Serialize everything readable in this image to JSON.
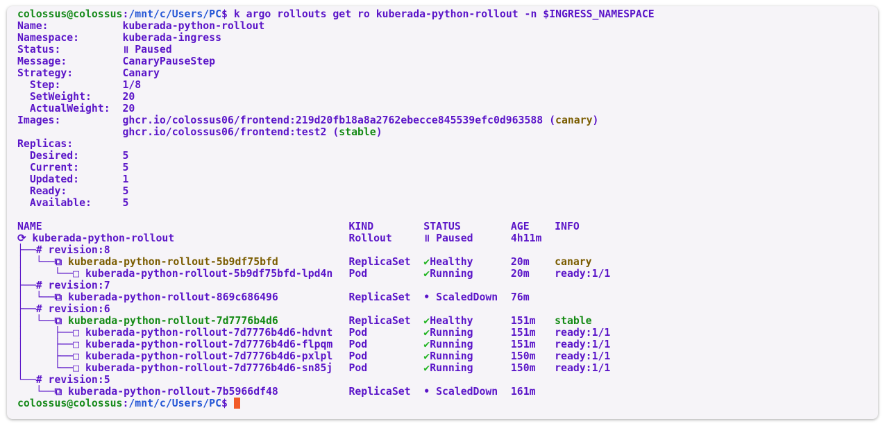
{
  "prompt": {
    "user_host": "colossus@colossus",
    "sep": ":",
    "path": "/mnt/c/Users/PC",
    "symbol": "$",
    "command": "k argo rollouts get ro kuberada-python-rollout -n $INGRESS_NAMESPACE"
  },
  "summary": {
    "name_label": "Name:",
    "name": "kuberada-python-rollout",
    "namespace_label": "Namespace:",
    "namespace": "kuberada-ingress",
    "status_label": "Status:",
    "status": "॥ Paused",
    "message_label": "Message:",
    "message": "CanaryPauseStep",
    "strategy_label": "Strategy:",
    "strategy": "Canary",
    "step_label": "  Step:",
    "step": "1/8",
    "setweight_label": "  SetWeight:",
    "setweight": "20",
    "actualweight_label": "  ActualWeight:",
    "actualweight": "20",
    "images_label": "Images:",
    "images": [
      {
        "image": "ghcr.io/colossus06/frontend:219d20fb18a8a2762ebecce845539efc0d963588",
        "tag": "canary"
      },
      {
        "image": "ghcr.io/colossus06/frontend:test2",
        "tag": "stable"
      }
    ],
    "replicas_label": "Replicas:",
    "desired_label": "  Desired:",
    "desired": "5",
    "current_label": "  Current:",
    "current": "5",
    "updated_label": "  Updated:",
    "updated": "1",
    "ready_label": "  Ready:",
    "ready": "5",
    "available_label": "  Available:",
    "available": "5"
  },
  "table": {
    "headers": {
      "name": "NAME",
      "kind": "KIND",
      "status": "STATUS",
      "age": "AGE",
      "info": "INFO"
    },
    "rows": [
      {
        "prefix": "⟳ ",
        "name": "kuberada-python-rollout",
        "kind": "Rollout",
        "icon": "॥",
        "status": " Paused",
        "age": "4h11m",
        "info": ""
      },
      {
        "prefix": "├──# ",
        "name": "revision:8",
        "kind": "",
        "icon": "",
        "status": "",
        "age": "",
        "info": ""
      },
      {
        "prefix": "│  └──⧉ ",
        "name": "kuberada-python-rollout-5b9df75bfd",
        "kind": "ReplicaSet",
        "icon": "✔",
        "status": "Healthy",
        "age": "20m",
        "info": "canary"
      },
      {
        "prefix": "│     └──□ ",
        "name": "kuberada-python-rollout-5b9df75bfd-lpd4n",
        "kind": "Pod",
        "icon": "✔",
        "status": "Running",
        "age": "20m",
        "info": "ready:1/1"
      },
      {
        "prefix": "├──# ",
        "name": "revision:7",
        "kind": "",
        "icon": "",
        "status": "",
        "age": "",
        "info": ""
      },
      {
        "prefix": "│  └──⧉ ",
        "name": "kuberada-python-rollout-869c686496",
        "kind": "ReplicaSet",
        "icon": "•",
        "status": " ScaledDown",
        "age": "76m",
        "info": ""
      },
      {
        "prefix": "├──# ",
        "name": "revision:6",
        "kind": "",
        "icon": "",
        "status": "",
        "age": "",
        "info": ""
      },
      {
        "prefix": "│  └──⧉ ",
        "name": "kuberada-python-rollout-7d7776b4d6",
        "kind": "ReplicaSet",
        "icon": "✔",
        "status": "Healthy",
        "age": "151m",
        "info": "stable"
      },
      {
        "prefix": "│     ├──□ ",
        "name": "kuberada-python-rollout-7d7776b4d6-hdvnt",
        "kind": "Pod",
        "icon": "✔",
        "status": "Running",
        "age": "151m",
        "info": "ready:1/1"
      },
      {
        "prefix": "│     ├──□ ",
        "name": "kuberada-python-rollout-7d7776b4d6-flpqm",
        "kind": "Pod",
        "icon": "✔",
        "status": "Running",
        "age": "151m",
        "info": "ready:1/1"
      },
      {
        "prefix": "│     ├──□ ",
        "name": "kuberada-python-rollout-7d7776b4d6-pxlpl",
        "kind": "Pod",
        "icon": "✔",
        "status": "Running",
        "age": "150m",
        "info": "ready:1/1"
      },
      {
        "prefix": "│     └──□ ",
        "name": "kuberada-python-rollout-7d7776b4d6-sn85j",
        "kind": "Pod",
        "icon": "✔",
        "status": "Running",
        "age": "150m",
        "info": "ready:1/1"
      },
      {
        "prefix": "└──# ",
        "name": "revision:5",
        "kind": "",
        "icon": "",
        "status": "",
        "age": "",
        "info": ""
      },
      {
        "prefix": "   └──⧉ ",
        "name": "kuberada-python-rollout-7b5966df48",
        "kind": "ReplicaSet",
        "icon": "•",
        "status": " ScaledDown",
        "age": "161m",
        "info": ""
      }
    ]
  },
  "colors": {
    "text": "#5a14c8",
    "prompt": "#168a1a",
    "path": "#2456d6",
    "canary": "#7a5c00",
    "stable": "#148a14",
    "check": "#22b422",
    "cursor": "#f25a28"
  }
}
